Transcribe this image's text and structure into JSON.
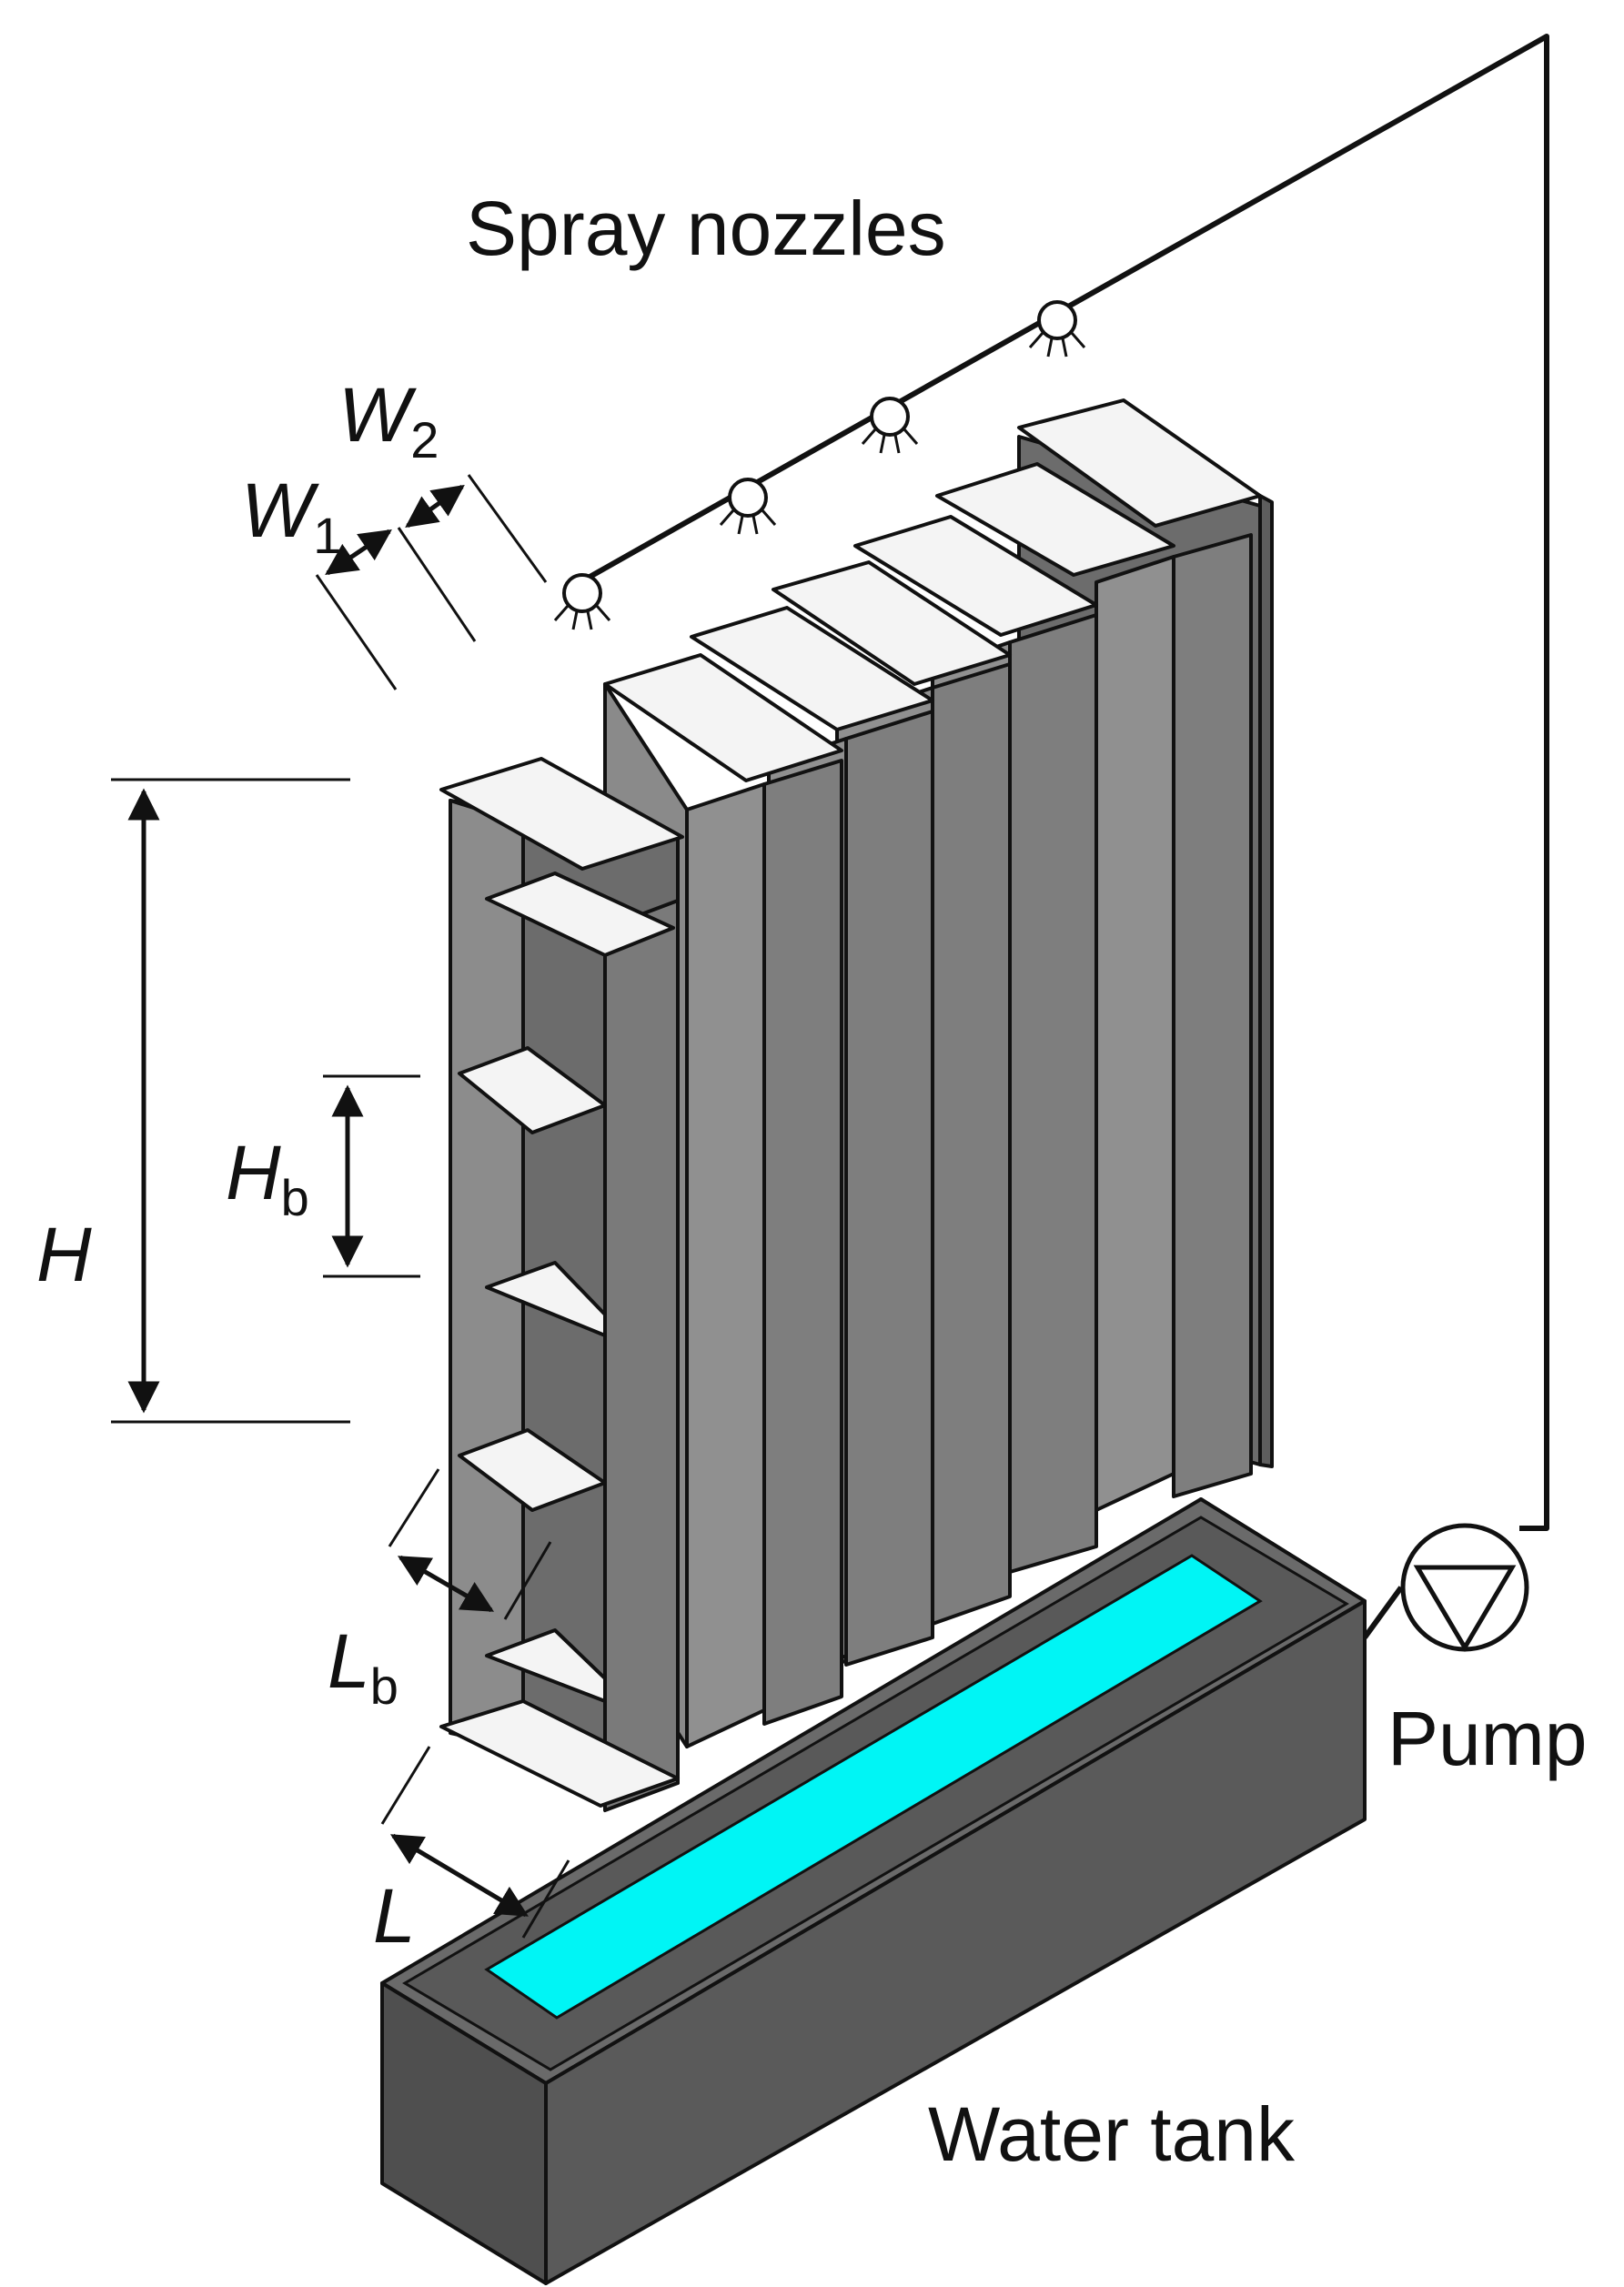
{
  "labels": {
    "spray_nozzles": "Spray nozzles",
    "pump": "Pump",
    "water_tank": "Water tank"
  },
  "dimensions": {
    "w1": {
      "symbol": "W",
      "subscript": "1"
    },
    "w2": {
      "symbol": "W",
      "subscript": "2"
    },
    "h": {
      "symbol": "H",
      "subscript": ""
    },
    "hb": {
      "symbol": "H",
      "subscript": "b"
    },
    "lb": {
      "symbol": "L",
      "subscript": "b"
    },
    "l": {
      "symbol": "L",
      "subscript": ""
    }
  },
  "colors": {
    "water": "#00f5f5",
    "tank_front": "#5a5a5a",
    "tank_side": "#4a4a4a",
    "panel": "#7e7e7e",
    "panel_top": "#f4f4f4"
  }
}
